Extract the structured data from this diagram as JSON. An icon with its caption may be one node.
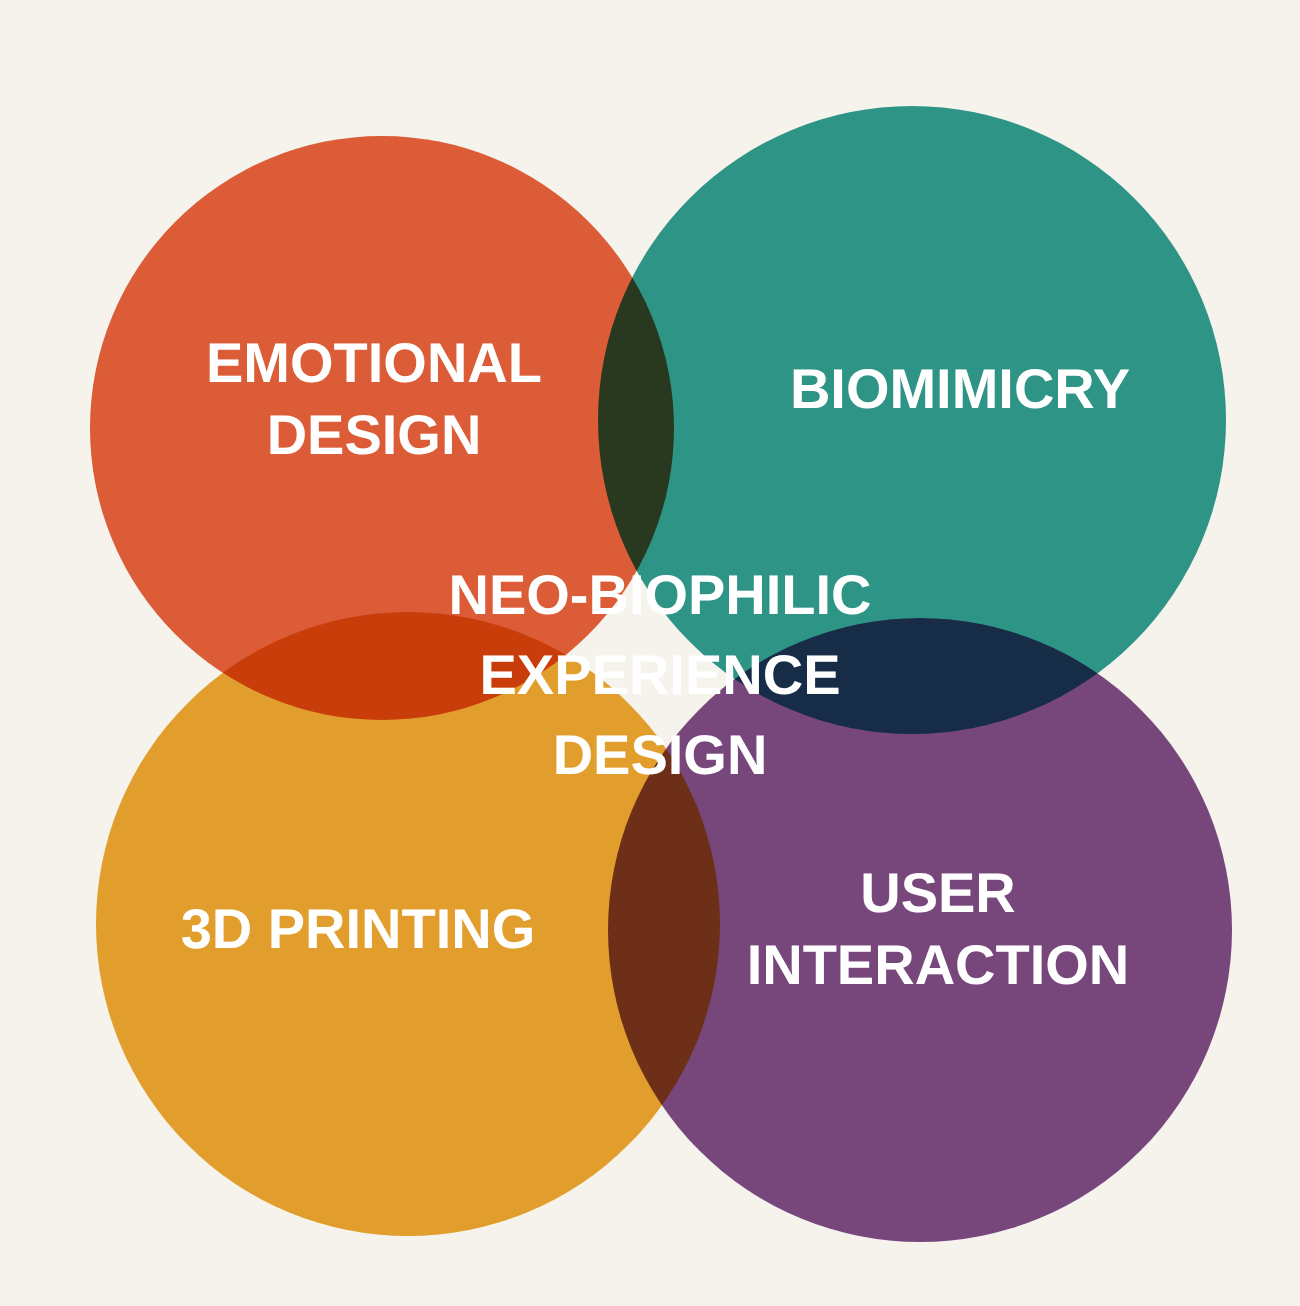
{
  "diagram": {
    "nodes": [
      {
        "text": [
          "EMOTIONAL DESIGN"
        ]
      },
      {
        "text": [
          "BIOMIMICRY"
        ]
      },
      {
        "text": [
          "3D PRINTING"
        ]
      },
      {
        "text": [
          "USER INTERACTION"
        ]
      }
    ],
    "labels": [
      "NEO-BIOPHILIC EXPERIENCE DESIGN"
    ]
  }
}
